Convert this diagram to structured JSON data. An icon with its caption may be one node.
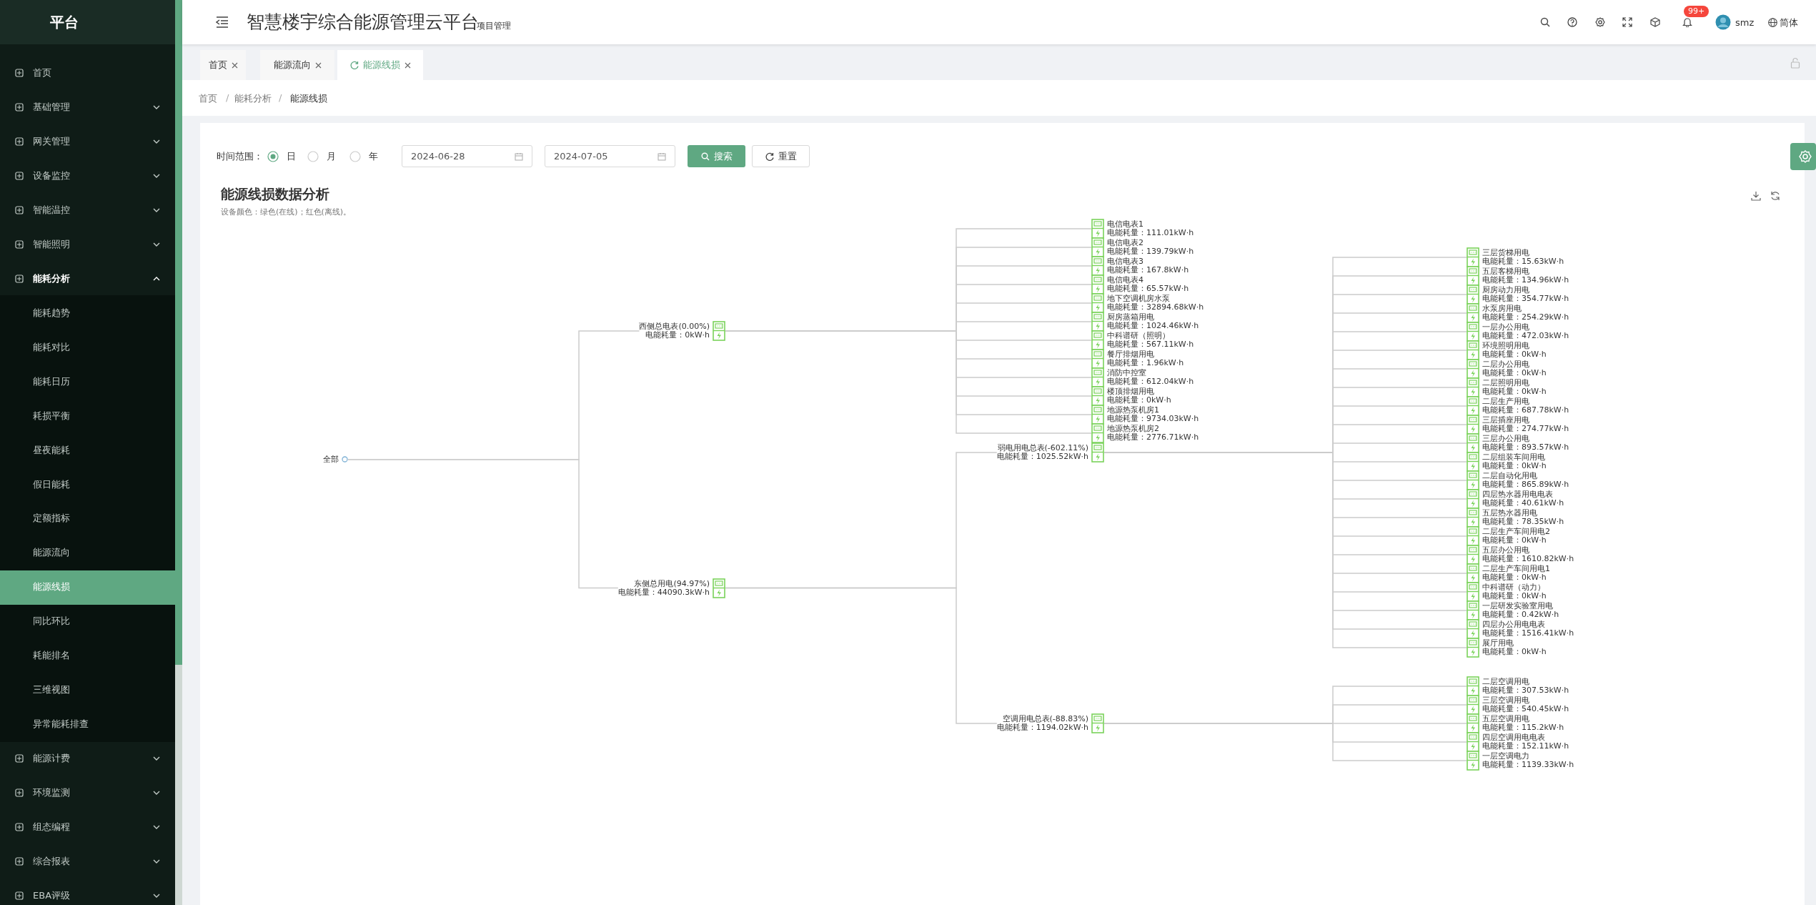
{
  "diagram": {
    "title": "能源线损数据分析",
    "nodes": [
      {
        "text": [
          "全部"
        ]
      },
      {
        "text": [
          "西侧总电表(0.00%)",
          "电能耗量：0kW·h"
        ]
      },
      {
        "text": [
          "电信电表1",
          "电能耗量：111.01kW·h"
        ]
      },
      {
        "text": [
          "电信电表2",
          "电能耗量：139.79kW·h"
        ]
      },
      {
        "text": [
          "电信电表3",
          "电能耗量：167.8kW·h"
        ]
      },
      {
        "text": [
          "电信电表4",
          "电能耗量：65.57kW·h"
        ]
      },
      {
        "text": [
          "地下空调机房水泵",
          "电能耗量：32894.68kW·h"
        ]
      },
      {
        "text": [
          "厨房蒸箱用电",
          "电能耗量：1024.46kW·h"
        ]
      },
      {
        "text": [
          "中科谱研（照明）",
          "电能耗量：567.11kW·h"
        ]
      },
      {
        "text": [
          "餐厅排烟用电",
          "电能耗量：1.96kW·h"
        ]
      },
      {
        "text": [
          "消防中控室",
          "电能耗量：612.04kW·h"
        ]
      },
      {
        "text": [
          "楼顶排烟用电",
          "电能耗量：0kW·h"
        ]
      },
      {
        "text": [
          "地源热泵机房1",
          "电能耗量：9734.03kW·h"
        ]
      },
      {
        "text": [
          "地源热泵机房2",
          "电能耗量：2776.71kW·h"
        ]
      },
      {
        "text": [
          "东侧总用电(94.97%)",
          "电能耗量：44090.3kW·h"
        ]
      },
      {
        "text": [
          "弱电用电总表(-602.11%)",
          "电能耗量：1025.52kW·h"
        ]
      },
      {
        "text": [
          "三层货梯用电",
          "电能耗量：15.63kW·h"
        ]
      },
      {
        "text": [
          "五层客梯用电",
          "电能耗量：134.96kW·h"
        ]
      },
      {
        "text": [
          "厨房动力用电",
          "电能耗量：354.77kW·h"
        ]
      },
      {
        "text": [
          "水泵房用电",
          "电能耗量：254.29kW·h"
        ]
      },
      {
        "text": [
          "一层办公用电",
          "电能耗量：472.03kW·h"
        ]
      },
      {
        "text": [
          "环境照明用电",
          "电能耗量：0kW·h"
        ]
      },
      {
        "text": [
          "二层办公用电",
          "电能耗量：0kW·h"
        ]
      },
      {
        "text": [
          "二层照明用电",
          "电能耗量：0kW·h"
        ]
      },
      {
        "text": [
          "二层生产用电",
          "电能耗量：687.78kW·h"
        ]
      },
      {
        "text": [
          "三层插座用电",
          "电能耗量：274.77kW·h"
        ]
      },
      {
        "text": [
          "三层办公用电",
          "电能耗量：893.57kW·h"
        ]
      },
      {
        "text": [
          "二层组装车间用电",
          "电能耗量：0kW·h"
        ]
      },
      {
        "text": [
          "二层自动化用电",
          "电能耗量：865.89kW·h"
        ]
      },
      {
        "text": [
          "四层热水器用电电表",
          "电能耗量：40.61kW·h"
        ]
      },
      {
        "text": [
          "五层热水器用电",
          "电能耗量：78.35kW·h"
        ]
      },
      {
        "text": [
          "二层生产车间用电2",
          "电能耗量：0kW·h"
        ]
      },
      {
        "text": [
          "五层办公用电",
          "电能耗量：1610.82kW·h"
        ]
      },
      {
        "text": [
          "二层生产车间用电1",
          "电能耗量：0kW·h"
        ]
      },
      {
        "text": [
          "中科谱研（动力）",
          "电能耗量：0kW·h"
        ]
      },
      {
        "text": [
          "一层研发实验室用电",
          "电能耗量：0.42kW·h"
        ]
      },
      {
        "text": [
          "四层办公用电电表",
          "电能耗量：1516.41kW·h"
        ]
      },
      {
        "text": [
          "展厅用电",
          "电能耗量：0kW·h"
        ]
      },
      {
        "text": [
          "空调用电总表(-88.83%)",
          "电能耗量：1194.02kW·h"
        ]
      },
      {
        "text": [
          "二层空调用电",
          "电能耗量：307.53kW·h"
        ]
      },
      {
        "text": [
          "三层空调用电",
          "电能耗量：540.45kW·h"
        ]
      },
      {
        "text": [
          "五层空调用电",
          "电能耗量：115.2kW·h"
        ]
      },
      {
        "text": [
          "四层空调用电电表",
          "电能耗量：152.11kW·h"
        ]
      },
      {
        "text": [
          "一层空调电力",
          "电能耗量：1139.33kW·h"
        ]
      }
    ],
    "edges": [
      {
        "from": 0,
        "to": 1,
        "arrow": "none"
      },
      {
        "from": 1,
        "to": 2,
        "arrow": "none"
      },
      {
        "from": 1,
        "to": 3,
        "arrow": "none"
      },
      {
        "from": 1,
        "to": 4,
        "arrow": "none"
      },
      {
        "from": 1,
        "to": 5,
        "arrow": "none"
      },
      {
        "from": 1,
        "to": 6,
        "arrow": "none"
      },
      {
        "from": 1,
        "to": 7,
        "arrow": "none"
      },
      {
        "from": 1,
        "to": 8,
        "arrow": "none"
      },
      {
        "from": 1,
        "to": 9,
        "arrow": "none"
      },
      {
        "from": 1,
        "to": 10,
        "arrow": "none"
      },
      {
        "from": 1,
        "to": 11,
        "arrow": "none"
      },
      {
        "from": 1,
        "to": 12,
        "arrow": "none"
      },
      {
        "from": 1,
        "to": 13,
        "arrow": "none"
      },
      {
        "from": 0,
        "to": 14,
        "arrow": "none"
      },
      {
        "from": 14,
        "to": 15,
        "arrow": "none"
      },
      {
        "from": 15,
        "to": 16,
        "arrow": "none"
      },
      {
        "from": 15,
        "to": 17,
        "arrow": "none"
      },
      {
        "from": 15,
        "to": 18,
        "arrow": "none"
      },
      {
        "from": 15,
        "to": 19,
        "arrow": "none"
      },
      {
        "from": 15,
        "to": 20,
        "arrow": "none"
      },
      {
        "from": 15,
        "to": 21,
        "arrow": "none"
      },
      {
        "from": 15,
        "to": 22,
        "arrow": "none"
      },
      {
        "from": 15,
        "to": 23,
        "arrow": "none"
      },
      {
        "from": 15,
        "to": 24,
        "arrow": "none"
      },
      {
        "from": 15,
        "to": 25,
        "arrow": "none"
      },
      {
        "from": 15,
        "to": 26,
        "arrow": "none"
      },
      {
        "from": 15,
        "to": 27,
        "arrow": "none"
      },
      {
        "from": 15,
        "to": 28,
        "arrow": "none"
      },
      {
        "from": 15,
        "to": 29,
        "arrow": "none"
      },
      {
        "from": 15,
        "to": 30,
        "arrow": "none"
      },
      {
        "from": 15,
        "to": 31,
        "arrow": "none"
      },
      {
        "from": 15,
        "to": 32,
        "arrow": "none"
      },
      {
        "from": 15,
        "to": 33,
        "arrow": "none"
      },
      {
        "from": 15,
        "to": 34,
        "arrow": "none"
      },
      {
        "from": 15,
        "to": 35,
        "arrow": "none"
      },
      {
        "from": 15,
        "to": 36,
        "arrow": "none"
      },
      {
        "from": 15,
        "to": 37,
        "arrow": "none"
      },
      {
        "from": 14,
        "to": 38,
        "arrow": "none"
      },
      {
        "from": 38,
        "to": 39,
        "arrow": "none"
      },
      {
        "from": 38,
        "to": 40,
        "arrow": "none"
      },
      {
        "from": 38,
        "to": 41,
        "arrow": "none"
      },
      {
        "from": 38,
        "to": 42,
        "arrow": "none"
      },
      {
        "from": 38,
        "to": 43,
        "arrow": "none"
      }
    ],
    "labels": [
      "平台",
      "首页",
      "基础管理",
      "网关管理",
      "设备监控",
      "智能温控",
      "智能照明",
      "能耗分析",
      "能耗趋势",
      "能耗对比",
      "能耗日历",
      "耗损平衡",
      "昼夜能耗",
      "假日能耗",
      "定额指标",
      "能源流向",
      "能源线损",
      "同比环比",
      "耗能排名",
      "三维视图",
      "异常能耗排查",
      "能源计费",
      "环境监测",
      "组态编程",
      "综合报表",
      "EBA评级",
      "智慧楼宇综合能源管理云平台",
      "项目管理",
      "99+",
      "smz",
      "简体",
      "首页",
      "能源流向",
      "能源线损",
      "首页",
      "/",
      "能耗分析",
      "/",
      "能源线损",
      "时间范围：",
      "日",
      "月",
      "年",
      "2024-06-28",
      "2024-07-05",
      "搜索",
      "重置",
      "设备颜色：绿色(在线)；红色(离线)。"
    ]
  }
}
